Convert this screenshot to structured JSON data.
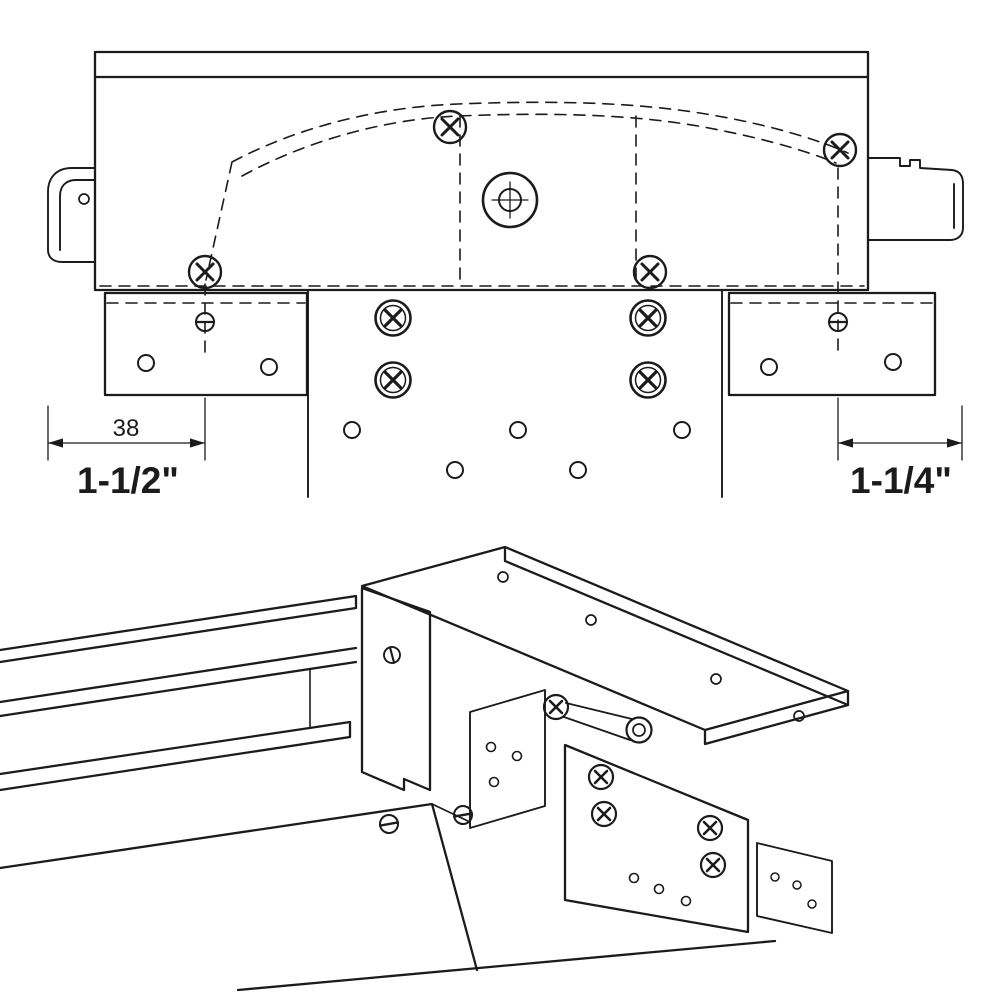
{
  "drawing": {
    "labels": {
      "dim_left_mm": "38",
      "dim_left_inch": "1-1/2\"",
      "dim_right_inch": "1-1/4\""
    },
    "colors": {
      "line": "#1b1b1b",
      "background": "#ffffff"
    },
    "icons": {
      "phillips-screw-icon": "circle-with-x",
      "slotted-screw-icon": "circle-with-slot",
      "grommet-icon": "concentric-circles-crosshair",
      "mounting-hole-icon": "circle"
    }
  }
}
